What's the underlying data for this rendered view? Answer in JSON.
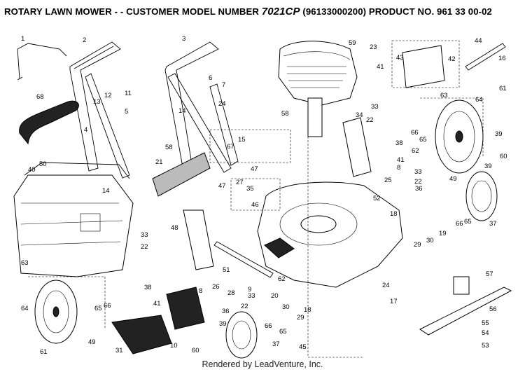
{
  "header": {
    "prefix": "ROTARY LAWN MOWER - - CUSTOMER MODEL NUMBER",
    "model": "7021CP",
    "suffix": "(96133000200) PRODUCT NO. 961 33 00-02"
  },
  "footer": {
    "credit": "Rendered by LeadVenture, Inc."
  },
  "callouts": [
    {
      "id": "c1",
      "label": "1"
    },
    {
      "id": "c2",
      "label": "2"
    },
    {
      "id": "c3",
      "label": "3"
    },
    {
      "id": "c59",
      "label": "59"
    },
    {
      "id": "c23",
      "label": "23"
    },
    {
      "id": "c44",
      "label": "44"
    },
    {
      "id": "c43",
      "label": "43"
    },
    {
      "id": "c42",
      "label": "42"
    },
    {
      "id": "c16",
      "label": "16"
    },
    {
      "id": "c41a",
      "label": "41"
    },
    {
      "id": "c13",
      "label": "13"
    },
    {
      "id": "c12",
      "label": "12"
    },
    {
      "id": "c6",
      "label": "6"
    },
    {
      "id": "c7",
      "label": "7"
    },
    {
      "id": "c11",
      "label": "11"
    },
    {
      "id": "c68",
      "label": "68"
    },
    {
      "id": "c5",
      "label": "5"
    },
    {
      "id": "c24a",
      "label": "24"
    },
    {
      "id": "c58a",
      "label": "58"
    },
    {
      "id": "c14a",
      "label": "14"
    },
    {
      "id": "c33a",
      "label": "33"
    },
    {
      "id": "c63a",
      "label": "63"
    },
    {
      "id": "c64a",
      "label": "64"
    },
    {
      "id": "c61a",
      "label": "61"
    },
    {
      "id": "c4",
      "label": "4"
    },
    {
      "id": "c34",
      "label": "34"
    },
    {
      "id": "c22a",
      "label": "22"
    },
    {
      "id": "c38a",
      "label": "38"
    },
    {
      "id": "c66a",
      "label": "66"
    },
    {
      "id": "c65a",
      "label": "65"
    },
    {
      "id": "c62a",
      "label": "62"
    },
    {
      "id": "c39a",
      "label": "39"
    },
    {
      "id": "c15",
      "label": "15"
    },
    {
      "id": "c58b",
      "label": "58"
    },
    {
      "id": "c67",
      "label": "67"
    },
    {
      "id": "c41b",
      "label": "41"
    },
    {
      "id": "c8a",
      "label": "8"
    },
    {
      "id": "c14b",
      "label": "14"
    },
    {
      "id": "c21",
      "label": "21"
    },
    {
      "id": "c40",
      "label": "40"
    },
    {
      "id": "c50",
      "label": "50"
    },
    {
      "id": "c47a",
      "label": "47"
    },
    {
      "id": "c25",
      "label": "25"
    },
    {
      "id": "c33b",
      "label": "33"
    },
    {
      "id": "c22b",
      "label": "22"
    },
    {
      "id": "c60a",
      "label": "60"
    },
    {
      "id": "c39b",
      "label": "39"
    },
    {
      "id": "c49a",
      "label": "49"
    },
    {
      "id": "c27",
      "label": "27"
    },
    {
      "id": "c47b",
      "label": "47"
    },
    {
      "id": "c35",
      "label": "35"
    },
    {
      "id": "c46",
      "label": "46"
    },
    {
      "id": "c36a",
      "label": "36"
    },
    {
      "id": "c52",
      "label": "52"
    },
    {
      "id": "c18a",
      "label": "18"
    },
    {
      "id": "c37a",
      "label": "37"
    },
    {
      "id": "c66b",
      "label": "66"
    },
    {
      "id": "c65b",
      "label": "65"
    },
    {
      "id": "c33c",
      "label": "33"
    },
    {
      "id": "c48",
      "label": "48"
    },
    {
      "id": "c19",
      "label": "19"
    },
    {
      "id": "c22c",
      "label": "22"
    },
    {
      "id": "c29a",
      "label": "29"
    },
    {
      "id": "c30a",
      "label": "30"
    },
    {
      "id": "c63b",
      "label": "63"
    },
    {
      "id": "c38b",
      "label": "38"
    },
    {
      "id": "c26",
      "label": "26"
    },
    {
      "id": "c51",
      "label": "51"
    },
    {
      "id": "c28",
      "label": "28"
    },
    {
      "id": "c8b",
      "label": "8"
    },
    {
      "id": "c9",
      "label": "9"
    },
    {
      "id": "c62b",
      "label": "62"
    },
    {
      "id": "c57",
      "label": "57"
    },
    {
      "id": "c24b",
      "label": "24"
    },
    {
      "id": "c64b",
      "label": "64"
    },
    {
      "id": "c41c",
      "label": "41"
    },
    {
      "id": "c33d",
      "label": "33"
    },
    {
      "id": "c20",
      "label": "20"
    },
    {
      "id": "c17",
      "label": "17"
    },
    {
      "id": "c65c",
      "label": "65"
    },
    {
      "id": "c66c",
      "label": "66"
    },
    {
      "id": "c36b",
      "label": "36"
    },
    {
      "id": "c22d",
      "label": "22"
    },
    {
      "id": "c30b",
      "label": "30"
    },
    {
      "id": "c18b",
      "label": "18"
    },
    {
      "id": "c29b",
      "label": "29"
    },
    {
      "id": "c56",
      "label": "56"
    },
    {
      "id": "c39c",
      "label": "39"
    },
    {
      "id": "c49b",
      "label": "49"
    },
    {
      "id": "c66d",
      "label": "66"
    },
    {
      "id": "c65d",
      "label": "65"
    },
    {
      "id": "c37b",
      "label": "37"
    },
    {
      "id": "c55",
      "label": "55"
    },
    {
      "id": "c54",
      "label": "54"
    },
    {
      "id": "c61b",
      "label": "61"
    },
    {
      "id": "c31",
      "label": "31"
    },
    {
      "id": "c10",
      "label": "10"
    },
    {
      "id": "c60b",
      "label": "60"
    },
    {
      "id": "c45",
      "label": "45"
    },
    {
      "id": "c53",
      "label": "53"
    }
  ],
  "colors": {
    "ink": "#000000",
    "paper": "#ffffff",
    "shade": "#bbbbbb",
    "dark": "#222222"
  }
}
